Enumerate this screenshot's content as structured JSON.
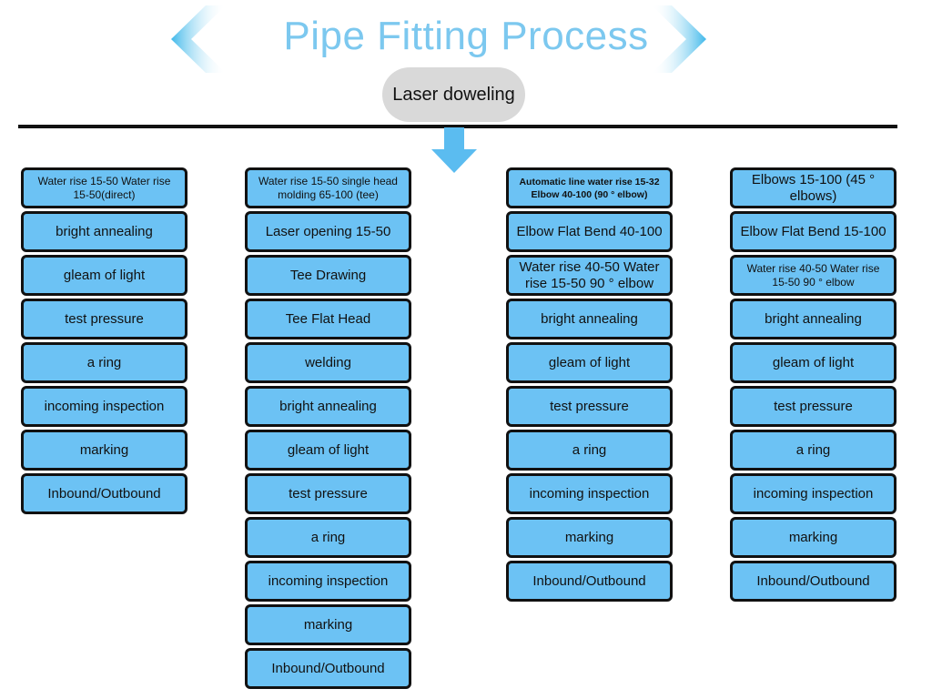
{
  "title": "Pipe Fitting Process",
  "root": "Laser doweling",
  "columns": [
    [
      {
        "t": "Water rise 15-50 Water rise 15-50(direct)",
        "s": "small"
      },
      {
        "t": "bright annealing"
      },
      {
        "t": "gleam of light"
      },
      {
        "t": "test pressure"
      },
      {
        "t": "a ring"
      },
      {
        "t": "incoming inspection"
      },
      {
        "t": "marking"
      },
      {
        "t": "Inbound/Outbound"
      }
    ],
    [
      {
        "t": "Water rise 15-50 single head molding 65-100 (tee)",
        "s": "small"
      },
      {
        "t": "Laser opening 15-50"
      },
      {
        "t": "Tee Drawing"
      },
      {
        "t": "Tee Flat Head"
      },
      {
        "t": "welding"
      },
      {
        "t": "bright annealing"
      },
      {
        "t": "gleam of light"
      },
      {
        "t": "test pressure"
      },
      {
        "t": "a ring"
      },
      {
        "t": "incoming inspection"
      },
      {
        "t": "marking"
      },
      {
        "t": "Inbound/Outbound"
      }
    ],
    [
      {
        "t": "Automatic line water rise 15-32 Elbow 40-100 (90 ° elbow)",
        "s": "tiny"
      },
      {
        "t": "Elbow Flat Bend 40-100"
      },
      {
        "t": "Water rise 40-50 Water rise 15-50 90 ° elbow"
      },
      {
        "t": "bright annealing"
      },
      {
        "t": "gleam of light"
      },
      {
        "t": "test pressure"
      },
      {
        "t": "a ring"
      },
      {
        "t": "incoming inspection"
      },
      {
        "t": "marking"
      },
      {
        "t": "Inbound/Outbound"
      }
    ],
    [
      {
        "t": "Elbows 15-100 (45 ° elbows)"
      },
      {
        "t": "Elbow Flat Bend 15-100"
      },
      {
        "t": "Water rise 40-50 Water rise 15-50 90 ° elbow",
        "s": "small"
      },
      {
        "t": "bright annealing"
      },
      {
        "t": "gleam of light"
      },
      {
        "t": "test pressure"
      },
      {
        "t": "a ring"
      },
      {
        "t": "incoming inspection"
      },
      {
        "t": "marking"
      },
      {
        "t": "Inbound/Outbound"
      }
    ]
  ],
  "colors": {
    "box": "#6cc2f4",
    "title": "#7cc8ef",
    "arrow": "#5bbcf0",
    "root": "#d9d9d9"
  }
}
